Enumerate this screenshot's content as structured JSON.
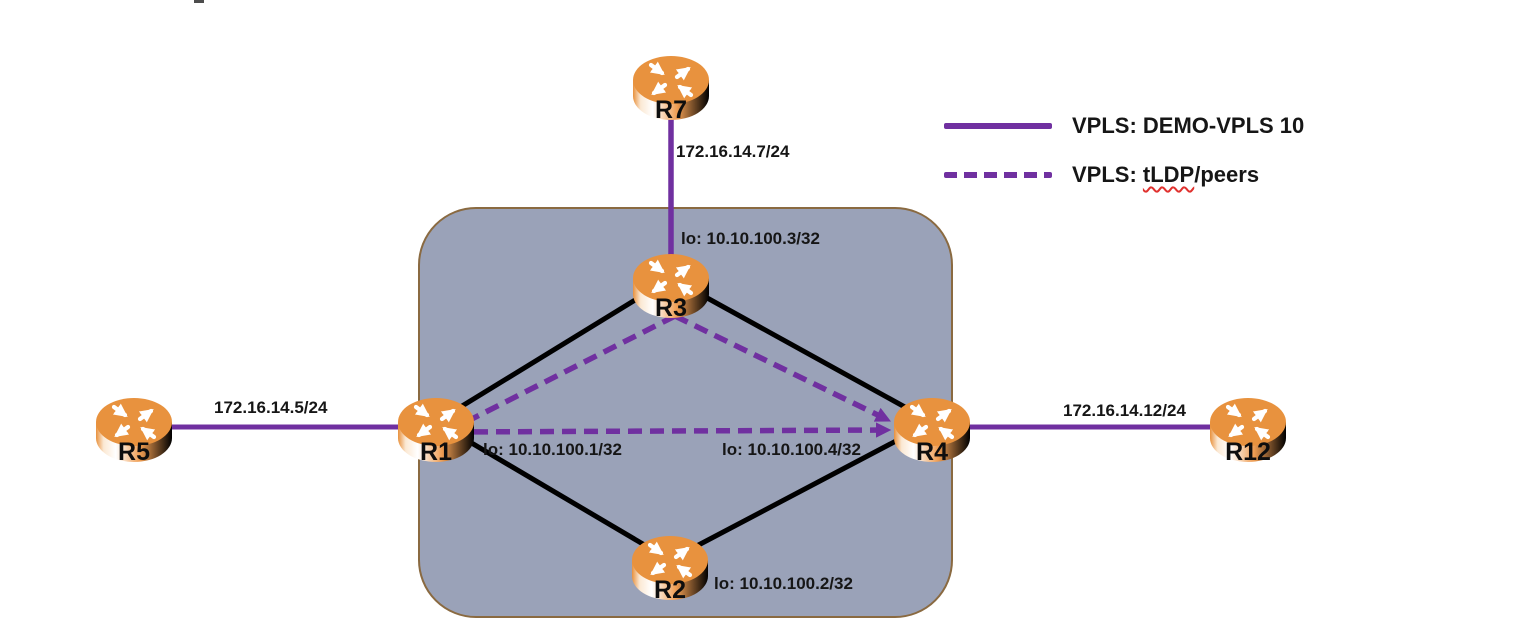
{
  "diagram": {
    "title_hint": "VPLS network topology",
    "nodes": [
      {
        "id": "R7",
        "label": "R7"
      },
      {
        "id": "R3",
        "label": "R3",
        "loopback": "lo: 10.10.100.3/32"
      },
      {
        "id": "R1",
        "label": "R1",
        "loopback": "lo: 10.10.100.1/32"
      },
      {
        "id": "R4",
        "label": "R4",
        "loopback": "lo: 10.10.100.4/32"
      },
      {
        "id": "R2",
        "label": "R2",
        "loopback": "lo: 10.10.100.2/32"
      },
      {
        "id": "R5",
        "label": "R5"
      },
      {
        "id": "R12",
        "label": "R12"
      }
    ],
    "labels": {
      "r7_link": "172.16.14.7/24",
      "r5_link": "172.16.14.5/24",
      "r12_link": "172.16.14.12/24",
      "r3_loopback": "lo: 10.10.100.3/32",
      "r1_loopback": "lo: 10.10.100.1/32",
      "r4_loopback": "lo: 10.10.100.4/32",
      "r2_loopback": "lo: 10.10.100.2/32"
    },
    "connections": [
      {
        "from": "R7",
        "to": "R3",
        "type": "vpls-demo-vpls-10",
        "style": "solid-purple"
      },
      {
        "from": "R5",
        "to": "R1",
        "type": "vpls-demo-vpls-10",
        "style": "solid-purple"
      },
      {
        "from": "R4",
        "to": "R12",
        "type": "vpls-demo-vpls-10",
        "style": "solid-purple"
      },
      {
        "from": "R1",
        "to": "R3",
        "type": "core-link",
        "style": "solid-black"
      },
      {
        "from": "R3",
        "to": "R4",
        "type": "core-link",
        "style": "solid-black"
      },
      {
        "from": "R1",
        "to": "R2",
        "type": "core-link",
        "style": "solid-black"
      },
      {
        "from": "R2",
        "to": "R4",
        "type": "core-link",
        "style": "solid-black"
      },
      {
        "from": "R1",
        "to": "R3",
        "type": "vpls-tldp-peers",
        "style": "dashed-purple"
      },
      {
        "from": "R3",
        "to": "R4",
        "type": "vpls-tldp-peers",
        "style": "dashed-purple"
      },
      {
        "from": "R1",
        "to": "R4",
        "type": "vpls-tldp-peers",
        "style": "dashed-purple"
      }
    ]
  },
  "legend": {
    "items": [
      {
        "style": "solid-purple-line",
        "label": "VPLS: DEMO-VPLS 10"
      },
      {
        "style": "dashed-purple-line",
        "label_prefix": "VPLS: ",
        "label_term": "tLDP",
        "label_suffix": "/peers"
      }
    ]
  },
  "colors": {
    "vpls_purple": "#7030A0",
    "core_link_black": "#000000",
    "router_orange": "#E8923E",
    "cloud_fill": "#9AA2B8",
    "cloud_border": "#8A6A41",
    "spellcheck_red": "#E0312E"
  }
}
